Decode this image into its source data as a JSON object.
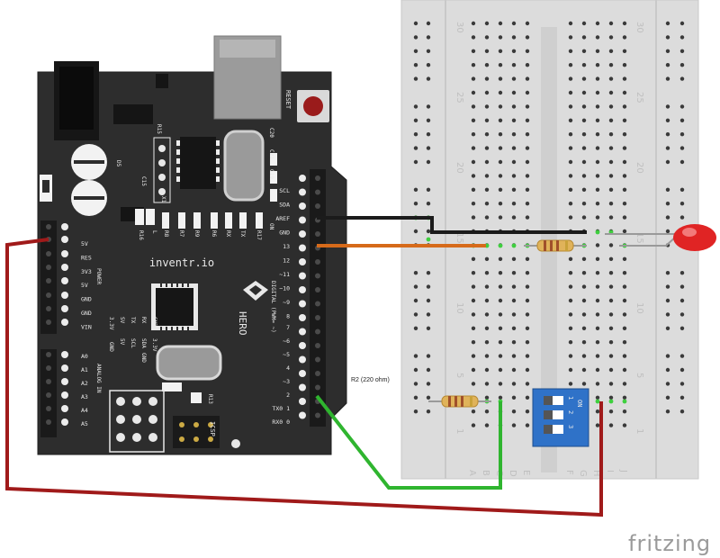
{
  "board": {
    "brand": "inventr.io",
    "model": "HERO",
    "reset_label": "RESET",
    "digital_header": "DIGITAL (PWM= ~)",
    "power_header": "POWER",
    "analog_header": "ANALOG IN",
    "icsp_label": "ICSP",
    "power_pins": [
      "5V",
      "RES",
      "3V3",
      "5V",
      "GND",
      "GND",
      "VIN"
    ],
    "analog_pins": [
      "A0",
      "A1",
      "A2",
      "A3",
      "A4",
      "A5"
    ],
    "top_pins": [
      "SCL",
      "SDA",
      "AREF",
      "GND",
      "13",
      "12",
      "~11",
      "~10",
      "~9",
      "8"
    ],
    "digital_pins": [
      "7",
      "~6",
      "~5",
      "4",
      "~3",
      "2",
      "TX0 1",
      "RX0 0"
    ],
    "chip_labels": [
      "L",
      "R8",
      "R7",
      "R9",
      "R6",
      "RX",
      "TX",
      "ON",
      "R16",
      "R17",
      "X1",
      "R13",
      "C15",
      "C20",
      "C21",
      "C19",
      "D5",
      "R15"
    ],
    "mid_labels": [
      "RX",
      "TX",
      "SV",
      "GND",
      "SCL",
      "SDA",
      "3.3V",
      "5V",
      "3.3V",
      "GND",
      "GND"
    ]
  },
  "breadboard": {
    "row_numbers": [
      "1",
      "5",
      "10",
      "15",
      "20",
      "25",
      "30"
    ],
    "column_letters": [
      "A",
      "B",
      "C",
      "D",
      "E",
      "F",
      "G",
      "H",
      "I",
      "J"
    ]
  },
  "components": {
    "resistor_label": "R2 (220 ohm)",
    "dip_labels": [
      "1",
      "2",
      "3"
    ],
    "dip_on": "ON"
  },
  "wires": {
    "black": "#1b1b1b",
    "orange": "#d66a1a",
    "green": "#2fb52f",
    "red": "#a01a1a"
  },
  "colors": {
    "board": "#2d2d2d",
    "breadboard": "#dcdcdc",
    "led": "#e02424",
    "dip": "#2f72c8"
  },
  "footer": {
    "logo": "fritzing"
  }
}
